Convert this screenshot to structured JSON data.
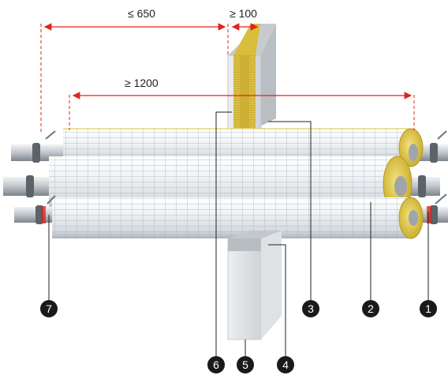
{
  "dimensions": {
    "max_distance_label": "≤ 650",
    "wall_gap_label": "≥ 100",
    "min_length_label": "≥ 1200"
  },
  "callouts": {
    "c1": "1",
    "c2": "2",
    "c3": "3",
    "c4": "4",
    "c5": "5",
    "c6": "6",
    "c7": "7"
  },
  "colors": {
    "dimension_line": "#e2231a",
    "insulation": "#e8ecf0",
    "insulation_grid": "#9aa5b0",
    "mineral_wool": "#d9c24a",
    "wall": "#d4d6d8",
    "pipe": "#c9cdd1",
    "callout": "#1a1a1a"
  }
}
